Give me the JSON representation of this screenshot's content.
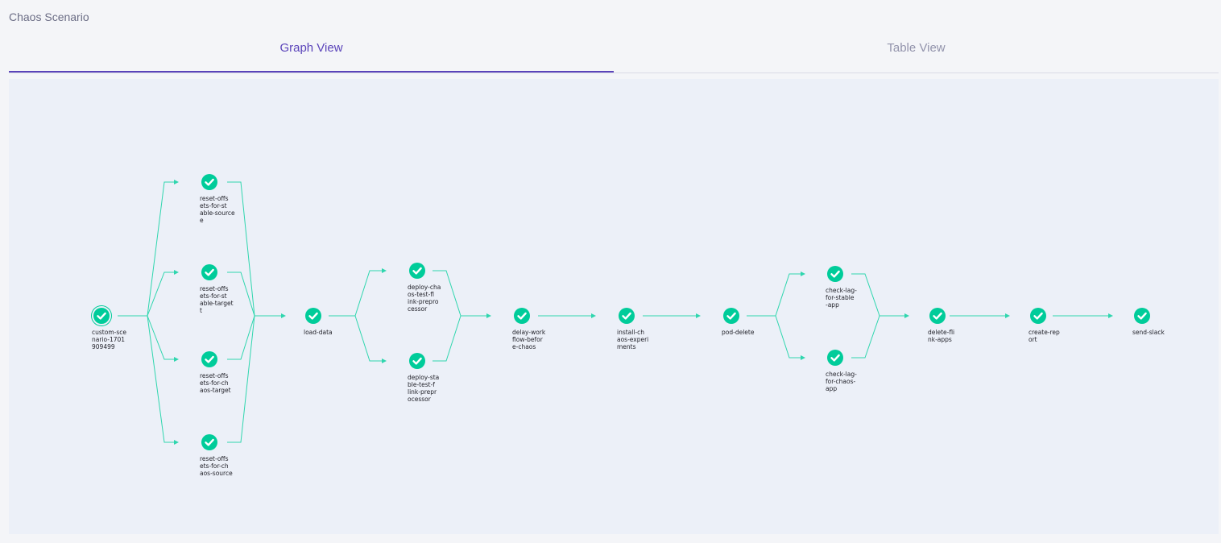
{
  "page": {
    "title": "Chaos Scenario"
  },
  "tabs": [
    {
      "label": "Graph View",
      "active": true
    },
    {
      "label": "Table View",
      "active": false
    }
  ],
  "colors": {
    "accent": "#5b44ba",
    "node_success": "#00cc9a",
    "edge": "#2fd6ae"
  },
  "graph": {
    "nodes": [
      {
        "id": "custom-scenario-1701909499",
        "label": "custom-sce\nnario-1701\n909499",
        "status": "succeeded",
        "start": true
      },
      {
        "id": "reset-offsets-for-stable-source",
        "label": "reset-offs\nets-for-st\nable-source\ne",
        "status": "succeeded"
      },
      {
        "id": "reset-offsets-for-stable-target",
        "label": "reset-offs\nets-for-st\nable-target\nt",
        "status": "succeeded"
      },
      {
        "id": "reset-offsets-for-chaos-target",
        "label": "reset-offs\nets-for-ch\naos-target",
        "status": "succeeded"
      },
      {
        "id": "reset-offsets-for-chaos-source",
        "label": "reset-offs\nets-for-ch\naos-source",
        "status": "succeeded"
      },
      {
        "id": "load-data",
        "label": "load-data",
        "status": "succeeded"
      },
      {
        "id": "deploy-chaos-test-flink-preprocessor",
        "label": "deploy-cha\nos-test-fl\nink-prepro\ncessor",
        "status": "succeeded"
      },
      {
        "id": "deploy-stable-test-flink-preprocessor",
        "label": "deploy-sta\nble-test-f\nlink-prepr\nocessor",
        "status": "succeeded"
      },
      {
        "id": "delay-workflow-before-chaos",
        "label": "delay-work\nflow-befor\ne-chaos",
        "status": "succeeded"
      },
      {
        "id": "install-chaos-experiments",
        "label": "install-ch\naos-experi\nments",
        "status": "succeeded"
      },
      {
        "id": "pod-delete",
        "label": "pod-delete",
        "status": "succeeded"
      },
      {
        "id": "check-lag-for-stable-app",
        "label": "check-lag-\nfor-stable\n-app",
        "status": "succeeded"
      },
      {
        "id": "check-lag-for-chaos-app",
        "label": "check-lag-\nfor-chaos-\napp",
        "status": "succeeded"
      },
      {
        "id": "delete-flink-apps",
        "label": "delete-fli\nnk-apps",
        "status": "succeeded"
      },
      {
        "id": "create-report",
        "label": "create-rep\nort",
        "status": "succeeded"
      },
      {
        "id": "send-slack",
        "label": "send-slack",
        "status": "succeeded"
      }
    ]
  }
}
